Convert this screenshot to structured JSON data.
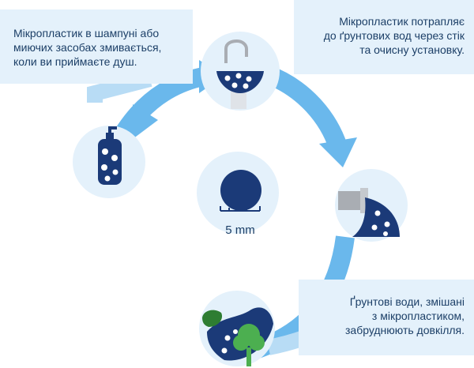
{
  "callouts": {
    "step1": [
      "Мікропластик в шампуні або",
      "миючих засобах змивається,",
      "коли ви приймаєте душ."
    ],
    "step2": [
      "Мікропластик потрапляє",
      "до ґрунтових вод через стік",
      "та очисну установку."
    ],
    "step3": [
      "Ґрунтові води, змішані",
      "з мікропластиком,",
      "забруднюють довкілля."
    ]
  },
  "scale": {
    "label": "5 mm"
  },
  "colors": {
    "arrow": "#6ab8ec",
    "arrow_light": "#b8dcf5",
    "navy": "#1b3a78",
    "circle_bg": "#e4f1fb",
    "callout_bg": "#e4f1fb",
    "text": "#1c3f67",
    "tree_green": "#4caf50",
    "bush_green": "#2e7d32",
    "pipe_gray": "#a9adb3"
  },
  "icons": [
    "shampoo-bottle-icon",
    "sink-drain-icon",
    "drain-pipe-icon",
    "groundwater-landscape-icon",
    "microplastic-particle-icon"
  ]
}
